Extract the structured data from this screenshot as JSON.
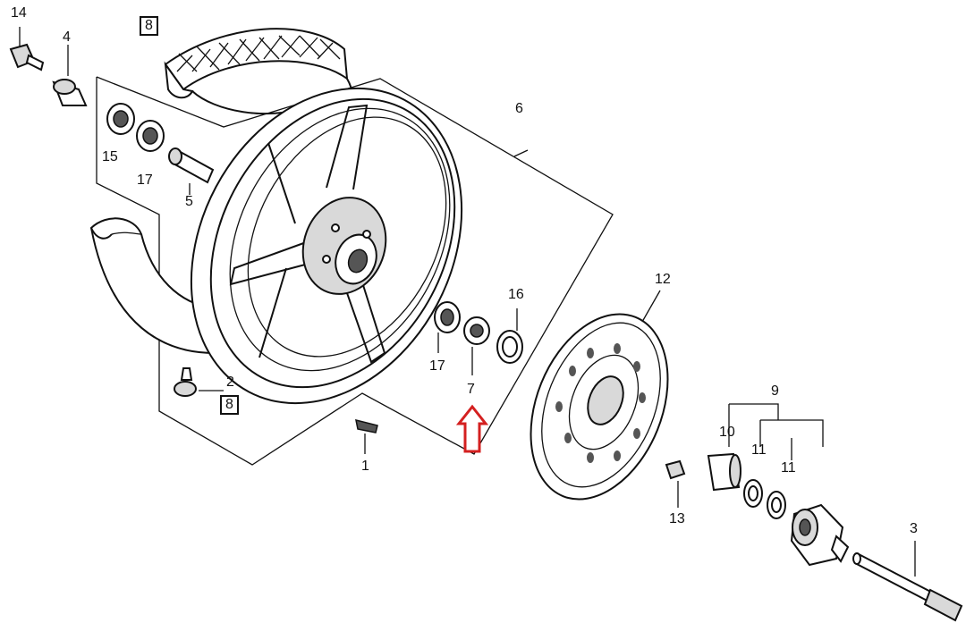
{
  "labels": {
    "p1": "1",
    "p2": "2",
    "p3": "3",
    "p4": "4",
    "p5": "5",
    "p6": "6",
    "p7": "7",
    "p8_tire": "8",
    "p8_valve": "8",
    "p9": "9",
    "p10": "10",
    "p11a": "11",
    "p11b": "11",
    "p12": "12",
    "p13": "13",
    "p14": "14",
    "p15": "15",
    "p16": "16",
    "p17a": "17",
    "p17b": "17"
  },
  "highlight": {
    "target_part": "7",
    "arrow_color": "#d42020"
  },
  "colors": {
    "line": "#111111",
    "background": "#ffffff"
  }
}
